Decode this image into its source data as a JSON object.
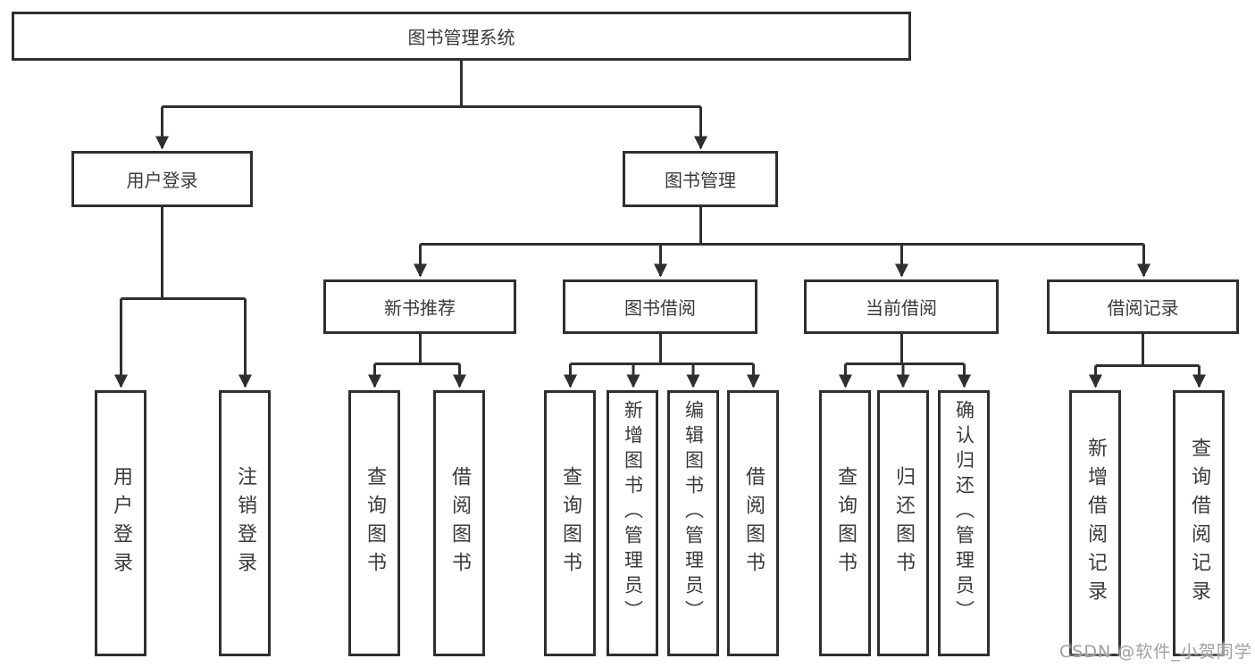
{
  "diagram": {
    "title": "图书管理系统",
    "line_color": "#2f2f2f",
    "background_color": "#ffffff",
    "watermark": "CSDN @软件_小贺同学",
    "nodes": {
      "root": {
        "label": "图书管理系统"
      },
      "user_login": {
        "label": "用户登录"
      },
      "book_mgmt": {
        "label": "图书管理"
      },
      "new_book_rec": {
        "label": "新书推荐"
      },
      "book_borrow": {
        "label": "图书借阅"
      },
      "current_borrow": {
        "label": "当前借阅"
      },
      "borrow_records": {
        "label": "借阅记录"
      },
      "leaf_user_login": {
        "label": "用户登录"
      },
      "leaf_logout": {
        "label": "注销登录"
      },
      "leaf_query_book_1": {
        "label": "查询图书"
      },
      "leaf_borrow_book_1": {
        "label": "借阅图书"
      },
      "leaf_query_book_2": {
        "label": "查询图书"
      },
      "leaf_add_book": {
        "label": "新增图书（管理员）"
      },
      "leaf_edit_book": {
        "label": "编辑图书（管理员）"
      },
      "leaf_borrow_book_2": {
        "label": "借阅图书"
      },
      "leaf_query_book_3": {
        "label": "查询图书"
      },
      "leaf_return_book": {
        "label": "归还图书"
      },
      "leaf_confirm_return": {
        "label": "确认归还（管理员）"
      },
      "leaf_add_record": {
        "label": "新增借阅记录"
      },
      "leaf_query_record": {
        "label": "查询借阅记录"
      }
    },
    "structure": {
      "root": [
        "user_login",
        "book_mgmt"
      ],
      "user_login": [
        "leaf_user_login",
        "leaf_logout"
      ],
      "book_mgmt": [
        "new_book_rec",
        "book_borrow",
        "current_borrow",
        "borrow_records"
      ],
      "new_book_rec": [
        "leaf_query_book_1",
        "leaf_borrow_book_1"
      ],
      "book_borrow": [
        "leaf_query_book_2",
        "leaf_add_book",
        "leaf_edit_book",
        "leaf_borrow_book_2"
      ],
      "current_borrow": [
        "leaf_query_book_3",
        "leaf_return_book",
        "leaf_confirm_return"
      ],
      "borrow_records": [
        "leaf_add_record",
        "leaf_query_record"
      ]
    }
  }
}
